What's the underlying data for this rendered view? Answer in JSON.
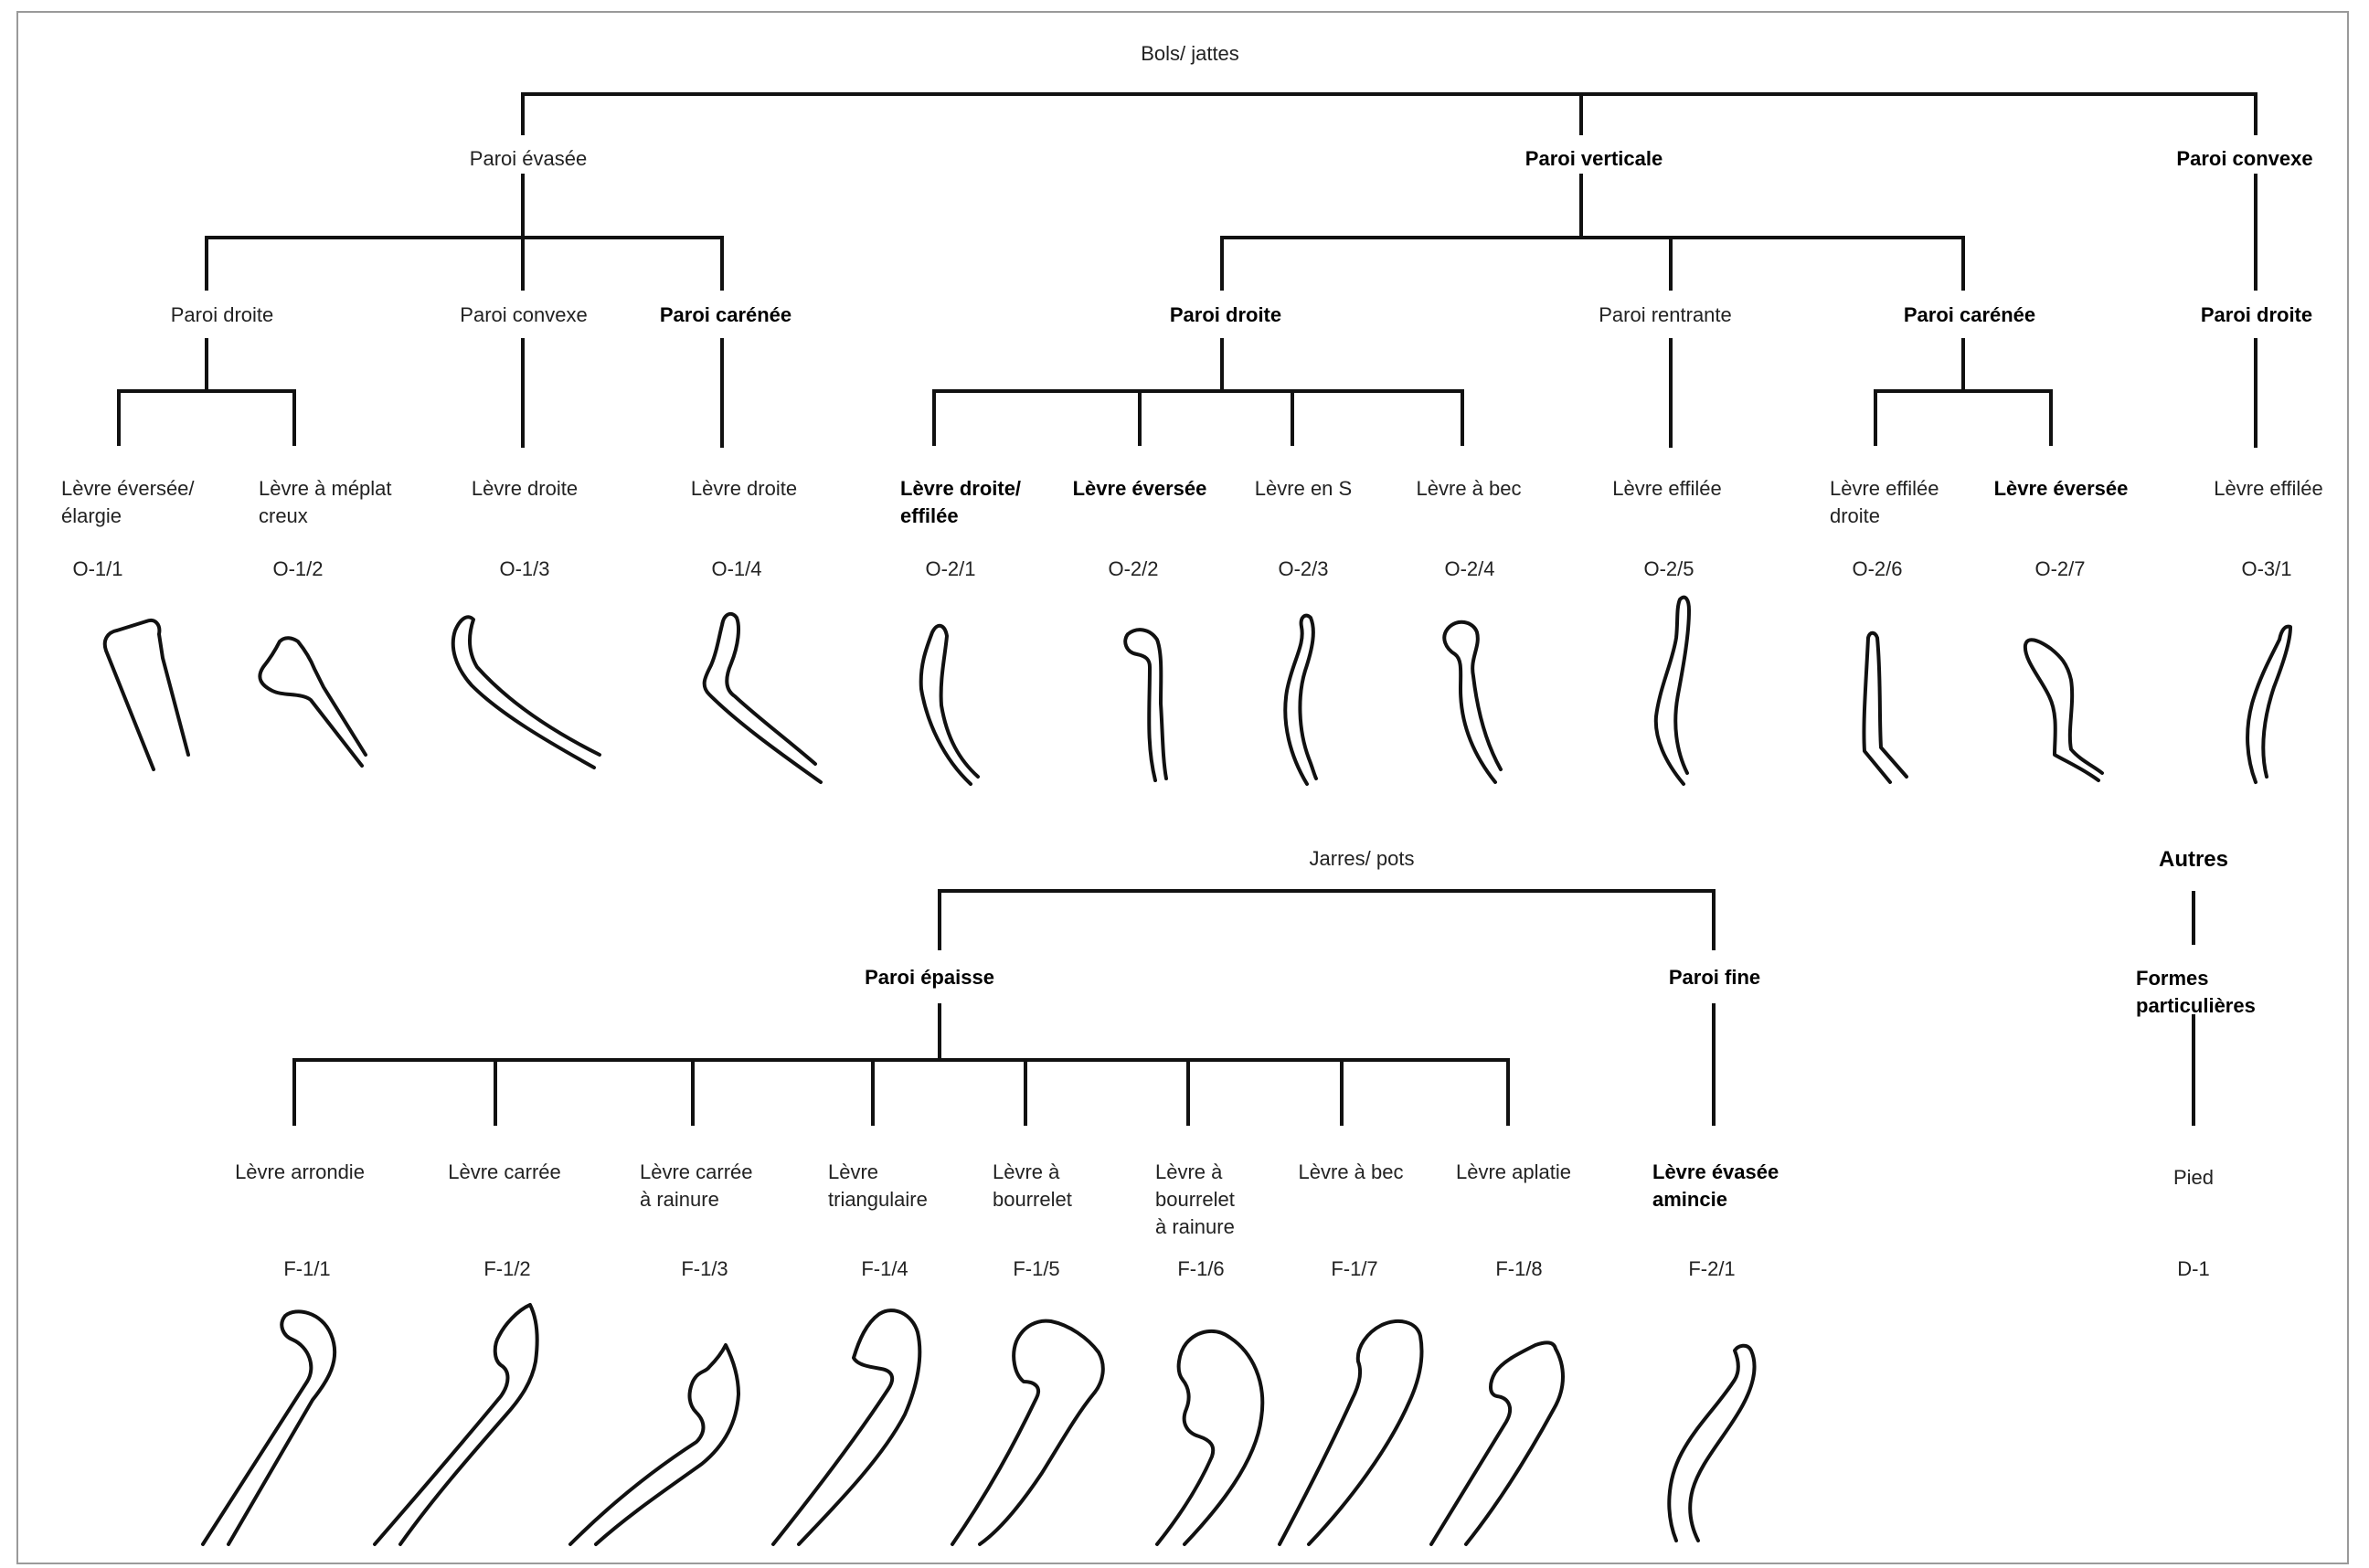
{
  "bols": {
    "title": "Bols/ jattes",
    "groups": {
      "evasee": {
        "label": "Paroi évasée",
        "droite": {
          "label": "Paroi droite",
          "t1": {
            "l1": "Lèvre éversée/",
            "l2": "élargie",
            "code": "O-1/1"
          },
          "t2": {
            "l1": "Lèvre à méplat",
            "l2": "creux",
            "code": "O-1/2"
          }
        },
        "convexe": {
          "label": "Paroi convexe",
          "t1": {
            "l1": "Lèvre droite",
            "code": "O-1/3"
          }
        },
        "carenee": {
          "label": "Paroi carénée",
          "t1": {
            "l1": "Lèvre droite",
            "code": "O-1/4"
          }
        }
      },
      "verticale": {
        "label": "Paroi verticale",
        "droite": {
          "label": "Paroi droite",
          "t1": {
            "l1": "Lèvre droite/",
            "l2": "effilée",
            "code": "O-2/1"
          },
          "t2": {
            "l1": "Lèvre éversée",
            "code": "O-2/2"
          },
          "t3": {
            "l1": "Lèvre en S",
            "code": "O-2/3"
          },
          "t4": {
            "l1": "Lèvre à bec",
            "code": "O-2/4"
          }
        },
        "rentrante": {
          "label": "Paroi rentrante",
          "t1": {
            "l1": "Lèvre effilée",
            "code": "O-2/5"
          }
        },
        "carenee": {
          "label": "Paroi carénée",
          "t1": {
            "l1": "Lèvre effilée",
            "l2": "droite",
            "code": "O-2/6"
          },
          "t2": {
            "l1": "Lèvre éversée",
            "code": "O-2/7"
          }
        }
      },
      "convexe": {
        "label": "Paroi convexe",
        "droite": {
          "label": "Paroi droite",
          "t1": {
            "l1": "Lèvre effilée",
            "code": "O-3/1"
          }
        }
      }
    }
  },
  "jarres": {
    "title": "Jarres/ pots",
    "epaisse": {
      "label": "Paroi  épaisse",
      "types": [
        {
          "l1": "Lèvre arrondie",
          "code": "F-1/1"
        },
        {
          "l1": "Lèvre carrée",
          "code": "F-1/2"
        },
        {
          "l1": "Lèvre carrée",
          "l2": "à rainure",
          "code": "F-1/3"
        },
        {
          "l1": "Lèvre",
          "l2": "triangulaire",
          "code": "F-1/4"
        },
        {
          "l1": "Lèvre à",
          "l2": "bourrelet",
          "code": "F-1/5"
        },
        {
          "l1": "Lèvre à",
          "l2": "bourrelet",
          "l3": "à rainure",
          "code": "F-1/6"
        },
        {
          "l1": "Lèvre à bec",
          "code": "F-1/7"
        },
        {
          "l1": "Lèvre aplatie",
          "code": "F-1/8"
        }
      ]
    },
    "fine": {
      "label": "Paroi  fine",
      "t1": {
        "l1": "Lèvre évasée",
        "l2": "amincie",
        "code": "F-2/1"
      }
    }
  },
  "autres": {
    "title": "Autres",
    "formes": {
      "l1": "Formes",
      "l2": "particulières"
    },
    "pied": "Pied",
    "code": "D-1"
  }
}
